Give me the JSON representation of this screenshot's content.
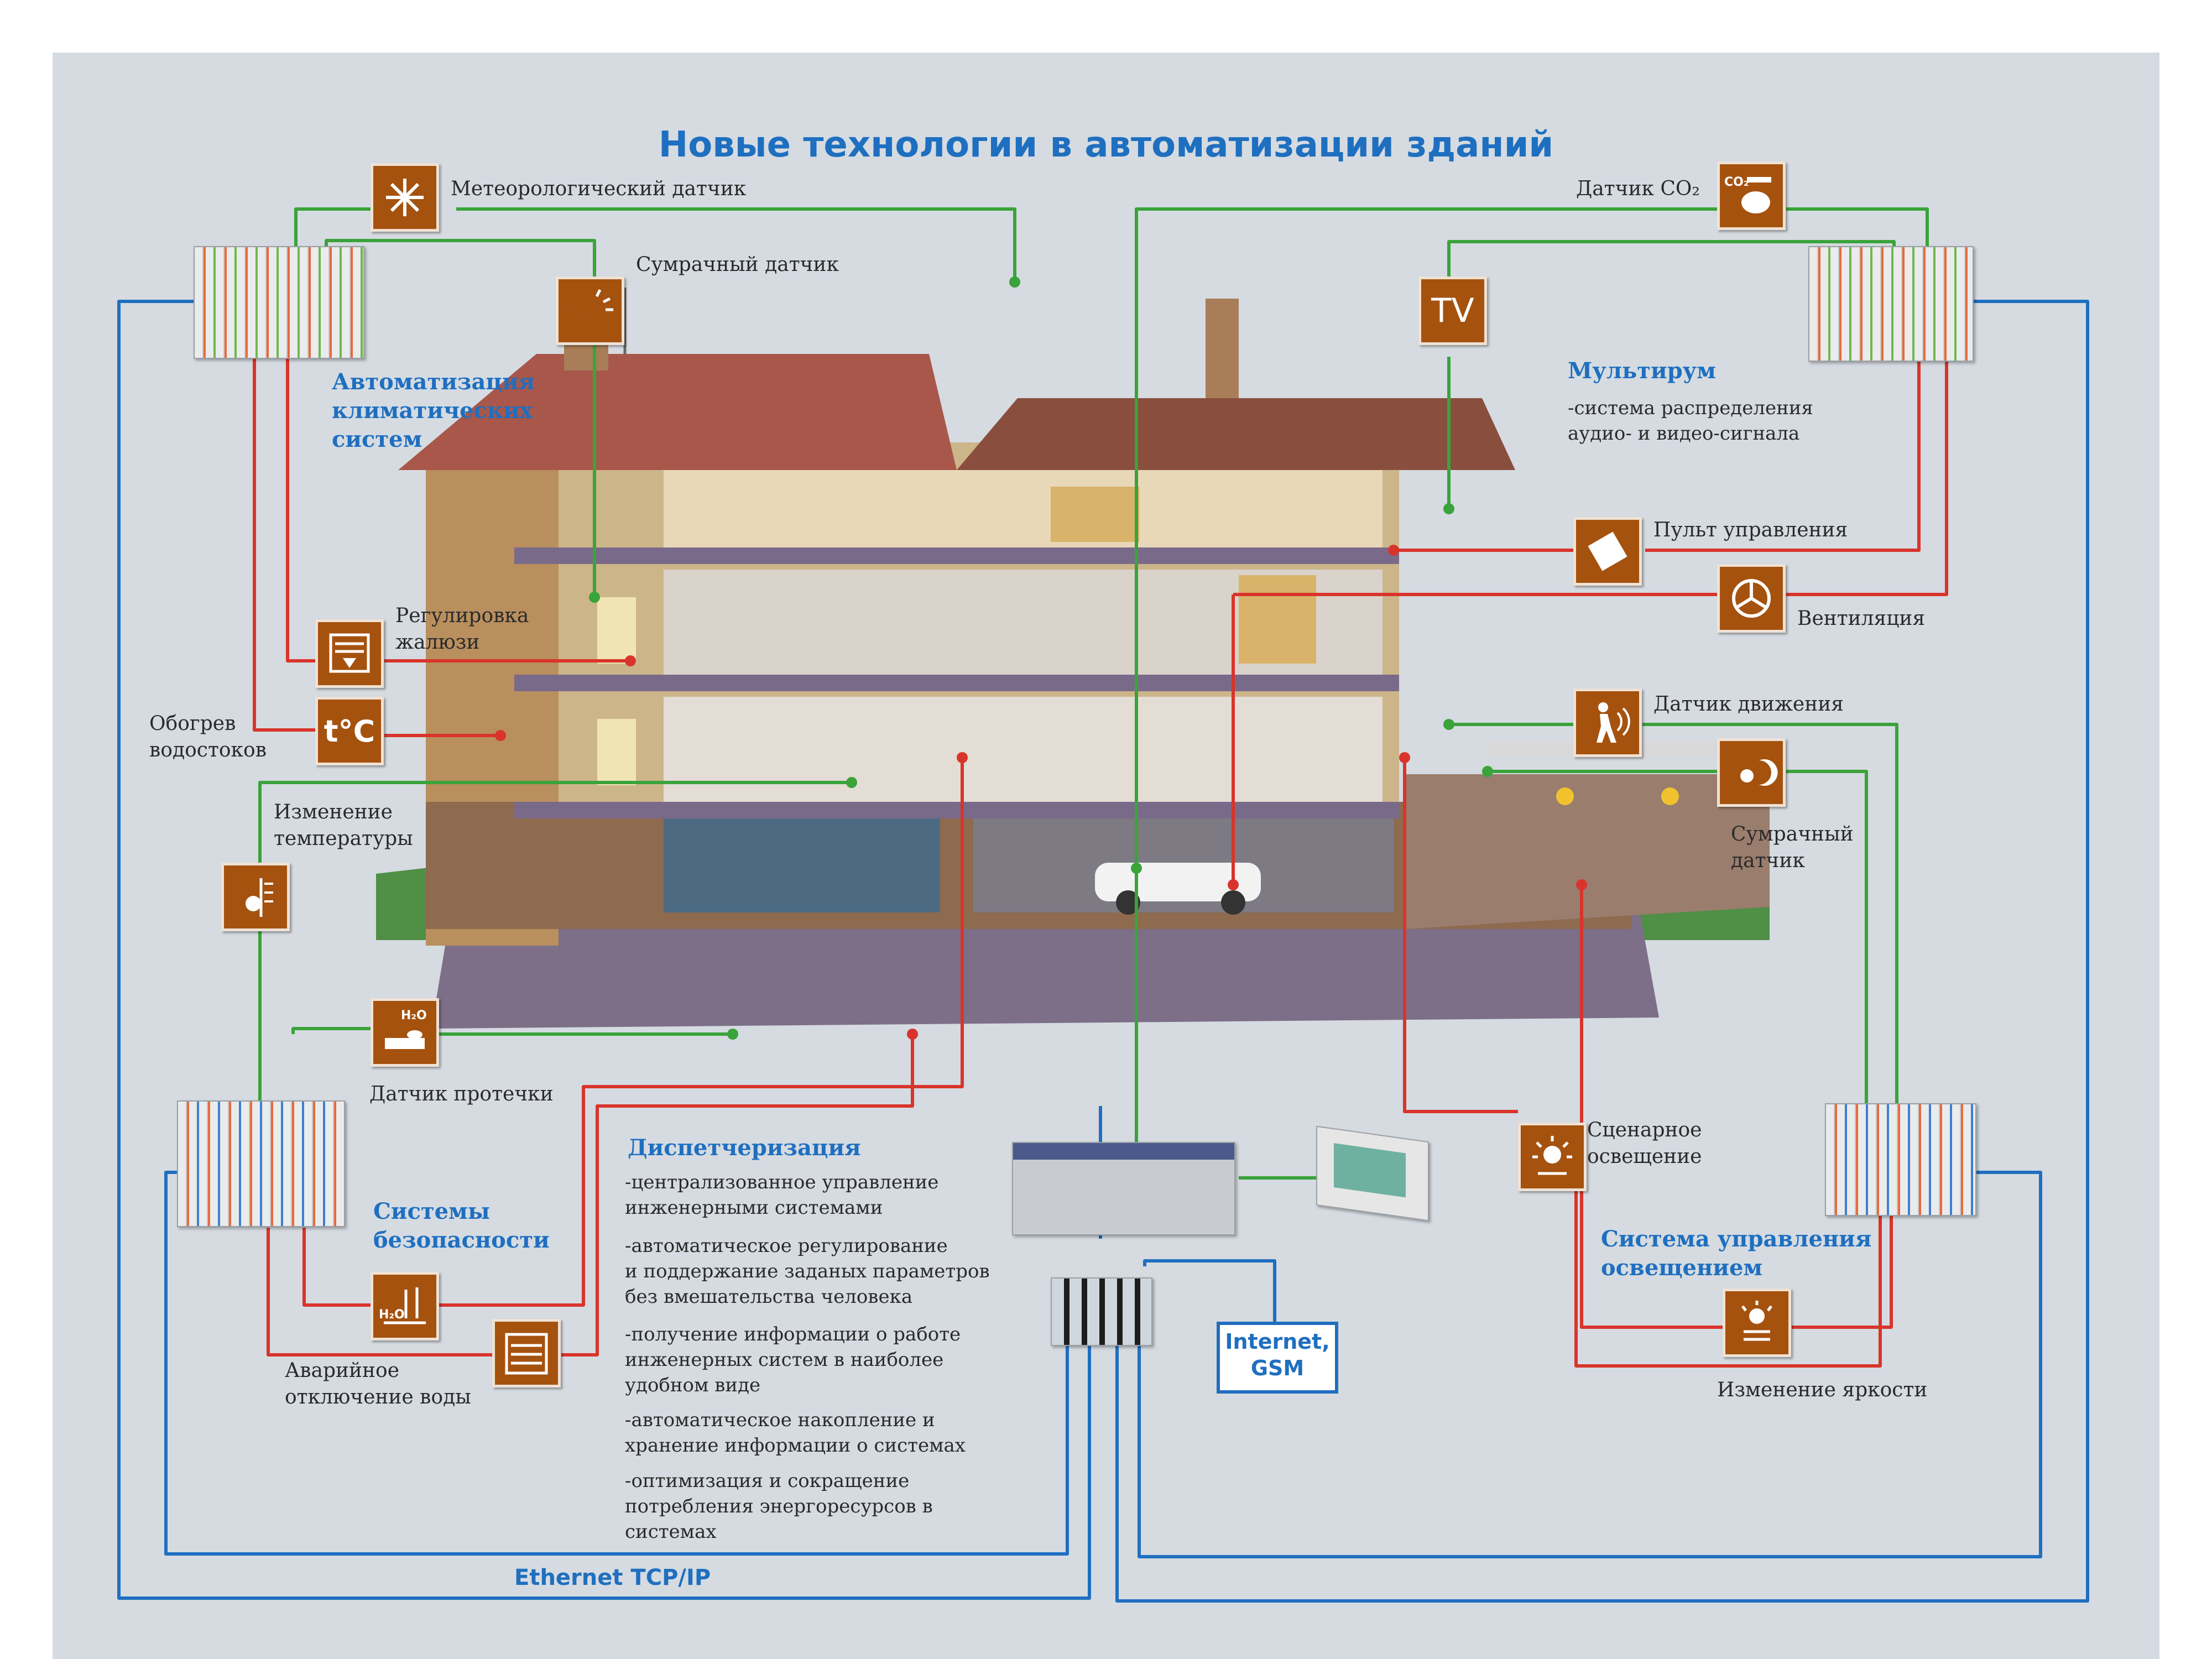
{
  "title": "Новые технологии  в автоматизации зданий",
  "labels": {
    "meteo": "Метеорологический датчик",
    "twilight_top": "Сумрачный датчик",
    "co2": "Датчик CO₂",
    "blinds": "Регулировка\nжалюзи",
    "gutter": "Обогрев\nводостоков",
    "temp_change": "Изменение\nтемпературы",
    "leak": "Датчик протечки",
    "water_off": "Аварийное\nотключение воды",
    "remote": "Пульт управления",
    "ventilation": "Вентиляция",
    "motion": "Датчик движения",
    "twilight_right": "Сумрачный\nдатчик",
    "scene_light": "Сценарное\nосвещение",
    "brightness": "Изменение яркости"
  },
  "headers": {
    "climate": "Автоматизация\nклиматических\nсистем",
    "multiroom": "Мультирум",
    "security": "Системы\nбезопасности",
    "dispatch": "Диспетчеризация",
    "lighting": "Система управления\nосвещением"
  },
  "texts": {
    "multiroom_desc": "-система распределения\nаудио- и видео-сигнала",
    "dispatch_items": [
      "-централизованное управление\nинженерными системами",
      "-автоматическое регулирование\nи поддержание заданых параметров\nбез вмешательства человека",
      "-получение информации о работе\nинженерных систем в наиболее\nудобном виде",
      "-автоматическое накопление и\nхранение информации о системах",
      "-оптимизация и сокращение\nпотребления энергоресурсов в\nсистемах"
    ]
  },
  "icons": {
    "tv": "TV",
    "gutter_temp": "t°C",
    "co2_text": "CO₂",
    "leak_text": "H₂O",
    "water_text": "H₂O"
  },
  "network": {
    "internet": "Internet,\nGSM",
    "ethernet": "Ethernet TCP/IP"
  },
  "colors": {
    "icon_brown": "#a5520f",
    "wire_green": "#3aa33a",
    "wire_red": "#d9342b",
    "wire_blue": "#1f6fc0",
    "heading_blue": "#1f6fc0",
    "background": "#d5dbe1"
  }
}
